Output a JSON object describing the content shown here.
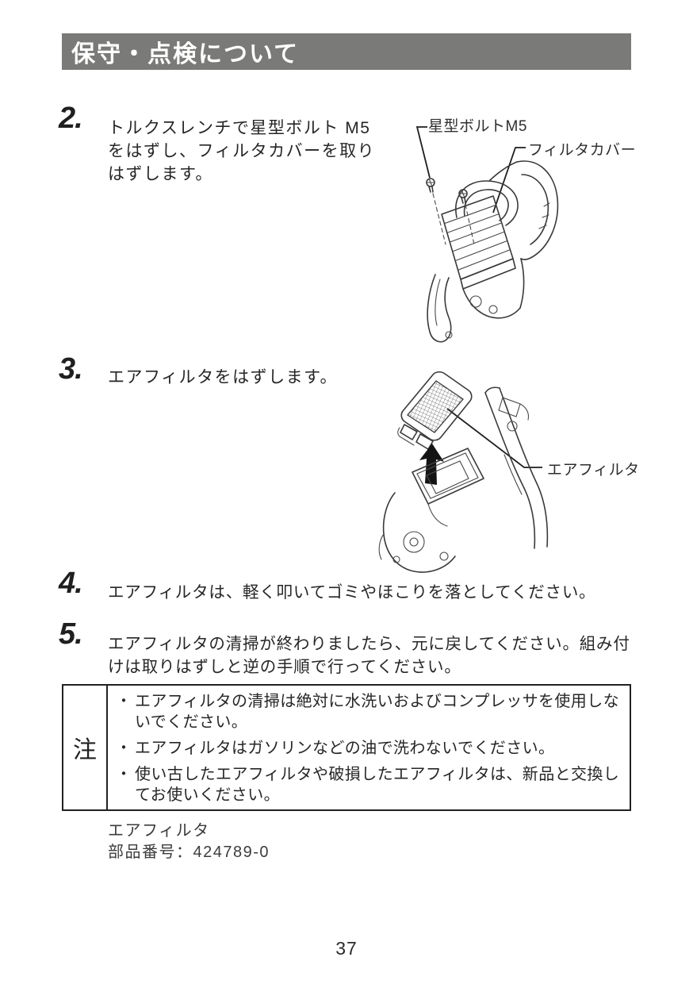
{
  "header": {
    "title": "保守・点検について"
  },
  "steps": [
    {
      "number": "2.",
      "text": "トルクスレンチで星型ボルト M5\nをはずし、フィルタカバーを取り\nはずします。"
    },
    {
      "number": "3.",
      "text": "エアフィルタをはずします。"
    },
    {
      "number": "4.",
      "text": "エアフィルタは、軽く叩いてゴミやほこりを落としてください。"
    },
    {
      "number": "5.",
      "text": "エアフィルタの清掃が終わりましたら、元に戻してください。組み付\nけは取りはずしと逆の手順で行ってください。"
    }
  ],
  "figures": {
    "fig1": {
      "label_bolt": "星型ボルトM5",
      "label_cover": "フィルタカバー"
    },
    "fig2": {
      "label_filter": "エアフィルタ"
    }
  },
  "note": {
    "label": "注",
    "bullet": "・",
    "items": [
      "エアフィルタの清掃は絶対に水洗いおよびコンプレッサを使用しな\nいでください。",
      "エアフィルタはガソリンなどの油で洗わないでください。",
      "使い古したエアフィルタや破損したエアフィルタは、新品と交換し\nてお使いください。"
    ]
  },
  "part_info": {
    "name": "エアフィルタ",
    "part_number": "部品番号：424789-0"
  },
  "footer": {
    "page_number": "37"
  },
  "colors": {
    "header_bg": "#7a7a78",
    "text": "#262626",
    "stroke": "#3a3a3a"
  }
}
